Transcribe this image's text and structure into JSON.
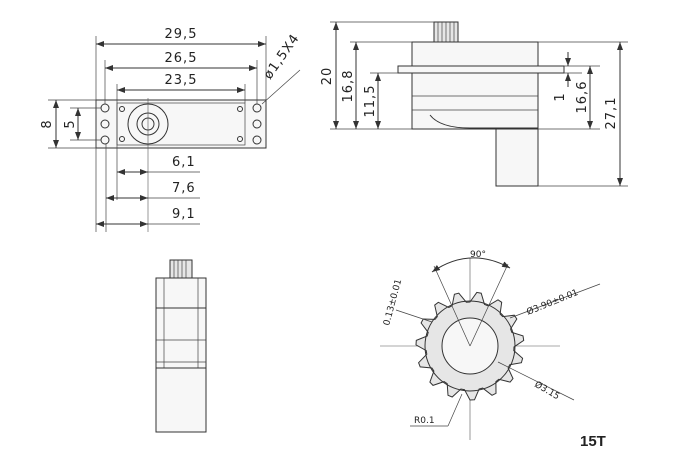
{
  "front_view": {
    "width_outer": "29,5",
    "width_mid": "26,5",
    "width_inner": "23,5",
    "hole_note": "ø1,5X4",
    "height_outer": "8",
    "height_inner": "5",
    "shaft_offset_1": "6,1",
    "shaft_offset_2": "7,6",
    "shaft_offset_3": "9,1"
  },
  "side_view": {
    "height_20": "20",
    "height_16_8": "16,8",
    "height_11_5": "11,5",
    "tab_thickness": "1",
    "height_16_6": "16,6",
    "height_27_1": "27,1"
  },
  "spline_detail": {
    "angle": "90°",
    "tooth_tol": "0.13±0.01",
    "outer_dia": "Ø3.90±0.01",
    "inner_dia": "Ø3.15",
    "fillet": "R0.1",
    "teeth_label": "15T"
  }
}
